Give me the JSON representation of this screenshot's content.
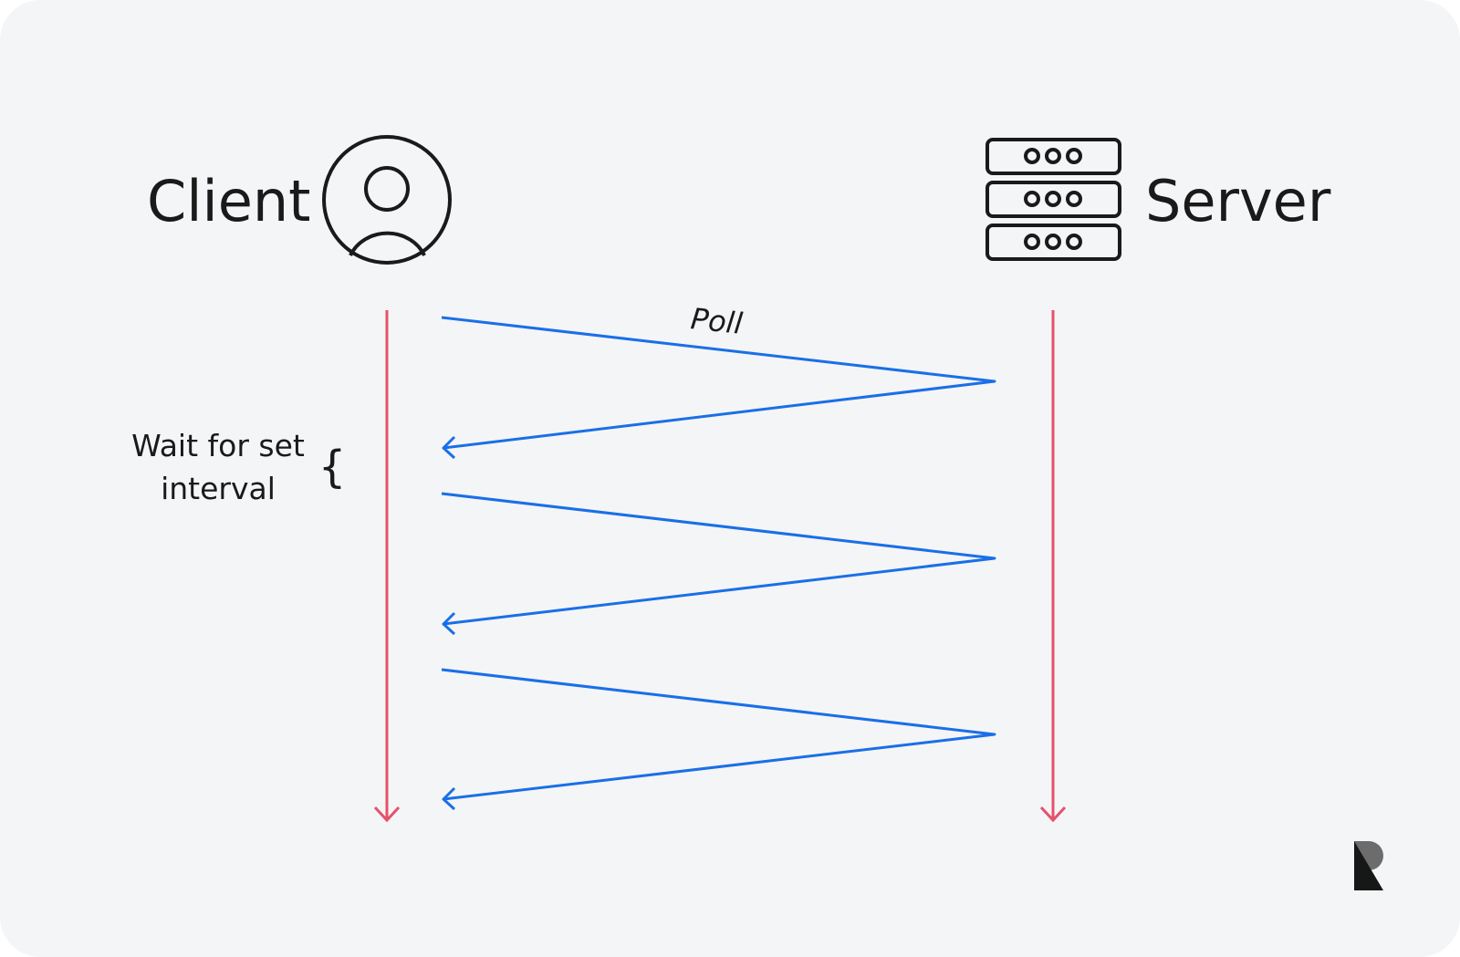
{
  "client": {
    "label": "Client",
    "icon": "user-circle-icon"
  },
  "server": {
    "label": "Server",
    "icon": "server-rack-icon"
  },
  "poll_label": "Poll",
  "wait_label": {
    "line1": "Wait for set",
    "line2": "interval"
  },
  "brace": "{",
  "colors": {
    "background": "#f4f5f7",
    "timeline": "#e5526a",
    "message": "#1a6fe6",
    "ink": "#1a1a1a"
  },
  "poll_cycles": 3
}
